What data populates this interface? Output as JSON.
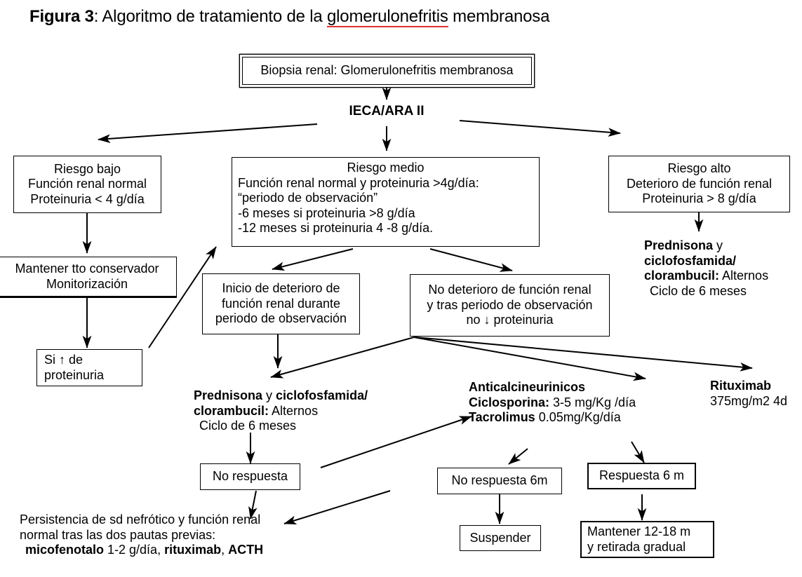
{
  "figure": {
    "title_prefix": "Figura 3",
    "title_rest": ": Algoritmo de tratamiento de la ",
    "title_misspelled": "glomerulonefritis",
    "title_tail": " membranosa"
  },
  "nodes": {
    "biopsia": {
      "line1": "Biopsia renal: Glomerulonefritis membranosa"
    },
    "ieca": {
      "line1": "IECA/ARA II"
    },
    "riesgo_bajo": {
      "line1": "Riesgo bajo",
      "line2": "Función renal normal",
      "line3": "Proteinuria < 4 g/día"
    },
    "riesgo_medio": {
      "line1": "Riesgo medio",
      "line2": "Función renal normal y proteinuria >4g/día:",
      "line3": "“periodo de observación”",
      "line4": "-6  meses si proteinuria >8 g/día",
      "line5": "-12 meses si proteinuria 4 -8 g/día."
    },
    "riesgo_alto": {
      "line1": "Riesgo alto",
      "line2": "Deterioro de función  renal",
      "line3": "Proteinuria > 8 g/día"
    },
    "mantener_tto": {
      "line1": "Mantener tto conservador",
      "line2": "Monitorización"
    },
    "si_aumento": {
      "line1_a": "Si ",
      "line1_icon": "↑",
      "line1_b": " de",
      "line2": "proteinuria"
    },
    "prednisona_alto": {
      "line1_b": "Prednisona",
      "line1_r": " y",
      "line2_b": "ciclofosfamida/",
      "line3_b": "clorambucil:",
      "line3_r": " Alternos",
      "line4": "Ciclo de 6 meses"
    },
    "inicio_deterioro": {
      "line1": "Inicio de deterioro de",
      "line2": "función  renal durante",
      "line3": "periodo de observación"
    },
    "no_deterioro": {
      "line1": "No deterioro de función  renal",
      "line2": "y tras periodo de observación",
      "line3_a": "no ",
      "line3_icon": "↓",
      "line3_b": " proteinuria"
    },
    "prednisona_medio": {
      "line1_b": "Prednisona",
      "line1_r": " y ",
      "line1_b2": "ciclofosfamida/",
      "line2_b": "clorambucil:",
      "line2_r": " Alternos",
      "line3": "Ciclo de 6 meses"
    },
    "anticalcineurinicos": {
      "line1_b": "Anticalcineurinicos",
      "line2_b": "Ciclosporina:",
      "line2_r": " 3-5 mg/Kg /día",
      "line3_b": "Tacrolimus",
      "line3_r": " 0.05mg/Kg/día"
    },
    "rituximab": {
      "line1_b": "Rituximab",
      "line2": "375mg/m2 4d"
    },
    "no_respuesta": {
      "line1": "No respuesta"
    },
    "no_respuesta_6m": {
      "line1": "No respuesta 6m"
    },
    "respuesta_6m": {
      "line1": "Respuesta 6 m"
    },
    "suspender": {
      "line1": "Suspender"
    },
    "mantener_12_18": {
      "line1": "Mantener 12-18 m",
      "line2": "y retirada gradual"
    },
    "persistencia": {
      "line1": "Persistencia de sd nefrótico y función renal",
      "line2": "normal tras las dos pautas previas:",
      "line3_b": "micofenotalo",
      "line3_r": " 1-2 g/día, ",
      "line3_b2": "rituximab",
      "line3_r2": ", ",
      "line3_b3": "ACTH"
    }
  },
  "colors": {
    "stroke": "#000000",
    "background": "#ffffff",
    "spellcheck_underline": "#e03030"
  }
}
